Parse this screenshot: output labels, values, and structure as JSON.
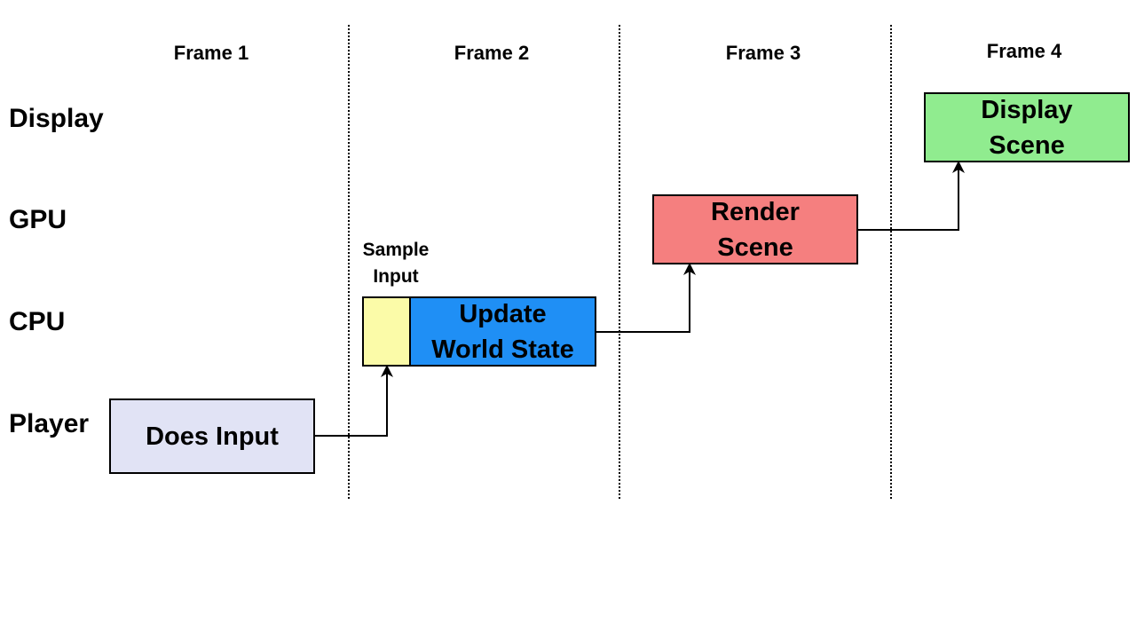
{
  "frames": [
    "Frame 1",
    "Frame 2",
    "Frame 3",
    "Frame 4"
  ],
  "rows": {
    "display": "Display",
    "gpu": "GPU",
    "cpu": "CPU",
    "player": "Player"
  },
  "boxes": {
    "does_input": "Does Input",
    "sample_input_label": "Sample\nInput",
    "update_world_state": "Update\nWorld State",
    "render_scene": "Render\nScene",
    "display_scene": "Display\nScene"
  },
  "colors": {
    "does_input": "#e1e3f5",
    "sample_input": "#fbfba8",
    "update_world_state": "#1f8ff5",
    "render_scene": "#f57f7f",
    "display_scene": "#90ec8f"
  }
}
